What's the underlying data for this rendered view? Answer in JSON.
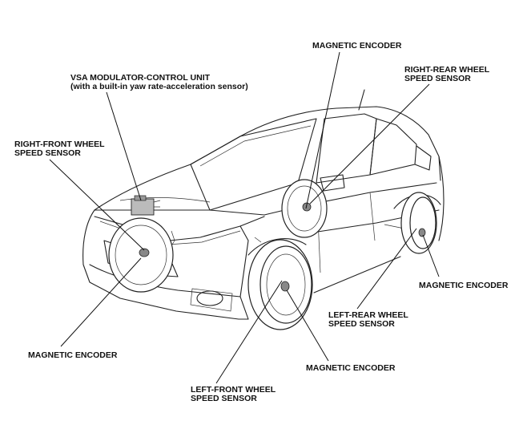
{
  "labels": {
    "vsa_line1": "VSA MODULATOR-CONTROL UNIT",
    "vsa_line2": "(with a built-in yaw rate-acceleration sensor)",
    "rf_sensor_line1": "RIGHT-FRONT WHEEL",
    "rf_sensor_line2": "SPEED SENSOR",
    "rf_encoder": "MAGNETIC ENCODER",
    "rr_encoder": "MAGNETIC ENCODER",
    "rr_sensor_line1": "RIGHT-REAR WHEEL",
    "rr_sensor_line2": "SPEED SENSOR",
    "lr_encoder": "MAGNETIC ENCODER",
    "lr_sensor_line1": "LEFT-REAR WHEEL",
    "lr_sensor_line2": "SPEED SENSOR",
    "lf_encoder": "MAGNETIC ENCODER",
    "lf_sensor_line1": "LEFT-FRONT WHEEL",
    "lf_sensor_line2": "SPEED SENSOR"
  }
}
